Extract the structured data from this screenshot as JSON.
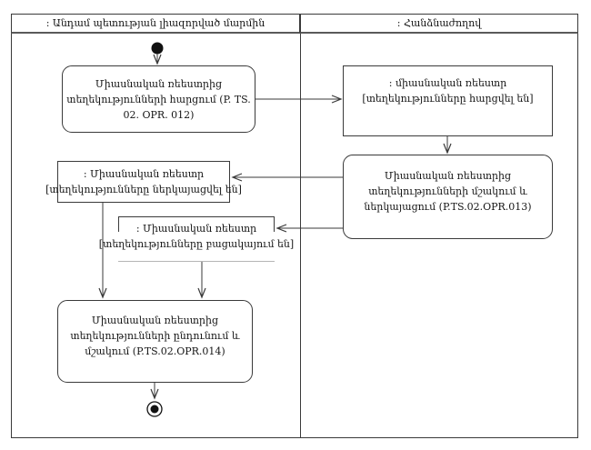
{
  "colors": {
    "line": "#3a3a3a",
    "text": "#151515",
    "background": "#ffffff"
  },
  "lanes": [
    {
      "id": "member-state-authority",
      "label": ": Անդամ պետության լիազորված մարմին"
    },
    {
      "id": "commission",
      "label": ": Հանձնաժողով"
    }
  ],
  "nodes": {
    "action_request": {
      "type": "action",
      "lines": [
        "Միասնական ռեեստրից",
        "տեղեկությունների հարցում (P. TS.",
        "02. OPR. 012)"
      ]
    },
    "object_requested": {
      "type": "object",
      "lines": [
        ": միասնական ռեեստր",
        "[տեղեկությունները հարցվել են]"
      ]
    },
    "action_process_present": {
      "type": "action",
      "lines": [
        "Միասնական ռեեստրից",
        "տեղեկությունների մշակում և",
        "ներկայացում (P.TS.02.OPR.013)"
      ]
    },
    "object_presented": {
      "type": "object",
      "lines": [
        ": Միասնական ռեեստր",
        "[տեղեկությունները ներկայացվել են]"
      ]
    },
    "object_absent": {
      "type": "object",
      "lines": [
        ": Միասնական ռեեստր",
        "[տեղեկությունները բացակայում են]"
      ]
    },
    "action_receive_process": {
      "type": "action",
      "lines": [
        "Միասնական ռեեստրից",
        "տեղեկությունների ընդունում և",
        "մշակում (P.TS.02.OPR.014)"
      ]
    }
  }
}
